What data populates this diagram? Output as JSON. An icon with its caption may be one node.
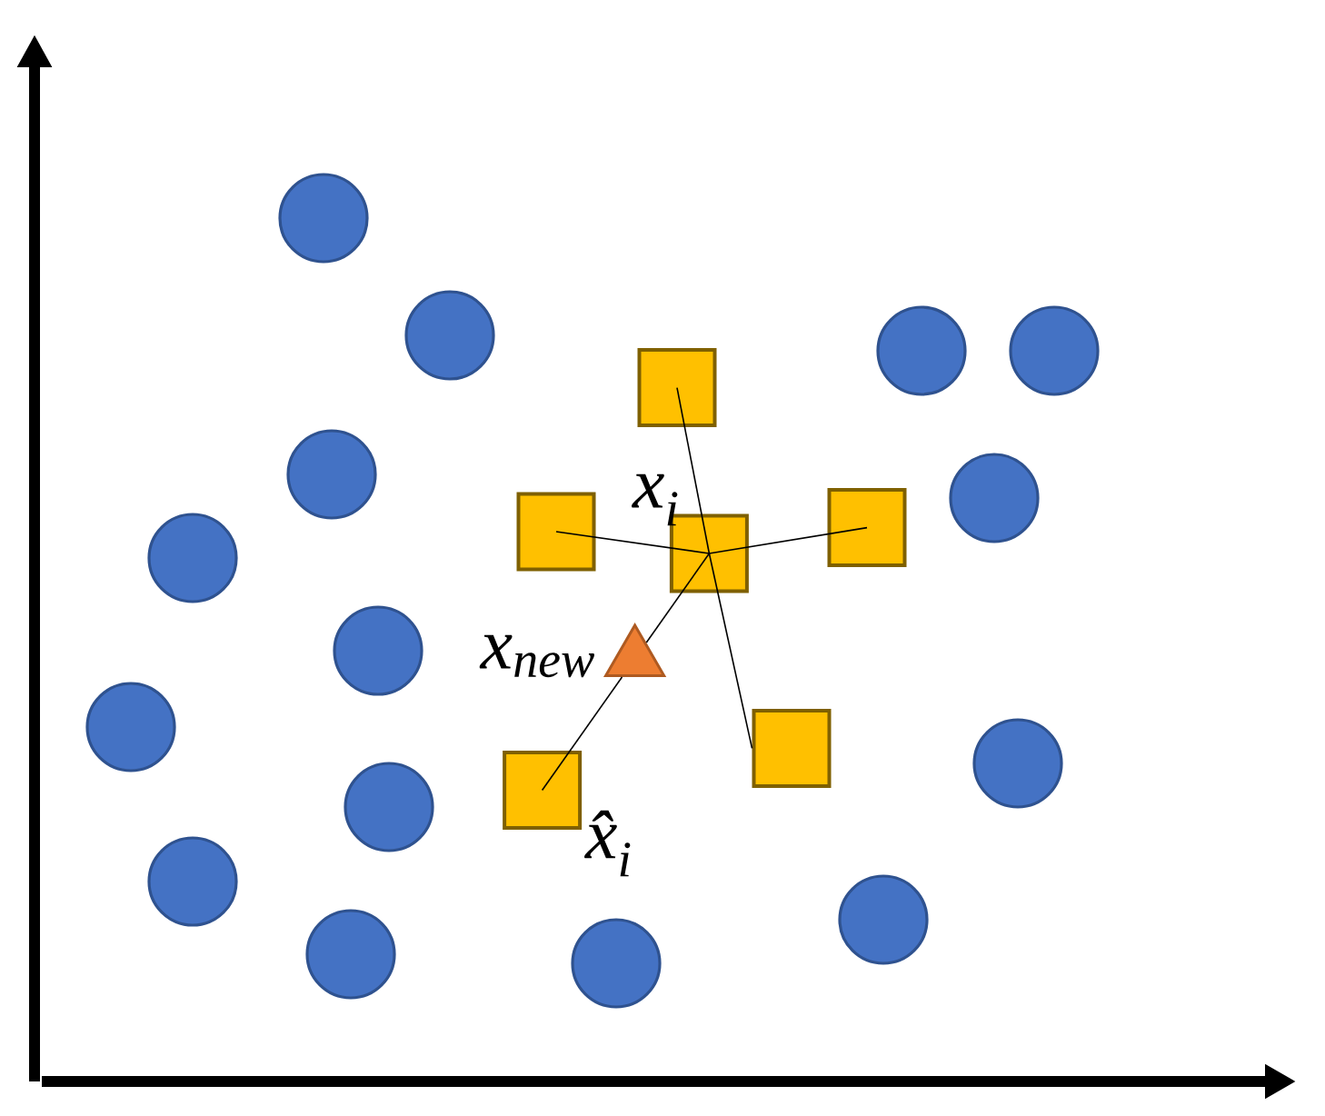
{
  "diagram": {
    "nodes": [
      {
        "text": [],
        "shape": "circle"
      },
      {
        "text": [],
        "shape": "circle"
      },
      {
        "text": [],
        "shape": "circle"
      },
      {
        "text": [],
        "shape": "circle"
      },
      {
        "text": [],
        "shape": "box"
      },
      {
        "text": [],
        "shape": "circle"
      },
      {
        "text": [],
        "shape": "circle"
      },
      {
        "text": [],
        "shape": "box"
      },
      {
        "text": [],
        "shape": "box"
      },
      {
        "text": [],
        "shape": "box",
        "beside": [
          "x$_{i}$"
        ]
      },
      {
        "text": [],
        "shape": "circle"
      },
      {
        "text": [],
        "shape": "circle"
      },
      {
        "text": [],
        "shape": "triangle",
        "beside": [
          "x$_{new}$"
        ]
      },
      {
        "text": [],
        "shape": "circle"
      },
      {
        "text": [],
        "shape": "box"
      },
      {
        "text": [],
        "shape": "circle"
      },
      {
        "text": [],
        "shape": "box",
        "beside": [
          "x̂$_{i}$"
        ]
      },
      {
        "text": [],
        "shape": "circle"
      },
      {
        "text": [],
        "shape": "circle"
      },
      {
        "text": [],
        "shape": "circle"
      },
      {
        "text": [],
        "shape": "circle"
      },
      {
        "text": [],
        "shape": "circle"
      }
    ],
    "edges": [
      {
        "from": 9,
        "to": 4,
        "arrow": "none"
      },
      {
        "from": 9,
        "to": 8,
        "arrow": "none"
      },
      {
        "from": 9,
        "to": 7,
        "arrow": "none"
      },
      {
        "from": 9,
        "to": 14,
        "arrow": "none"
      },
      {
        "from": 9,
        "to": 12,
        "arrow": "none"
      },
      {
        "from": 12,
        "to": 16,
        "arrow": "none"
      }
    ]
  }
}
